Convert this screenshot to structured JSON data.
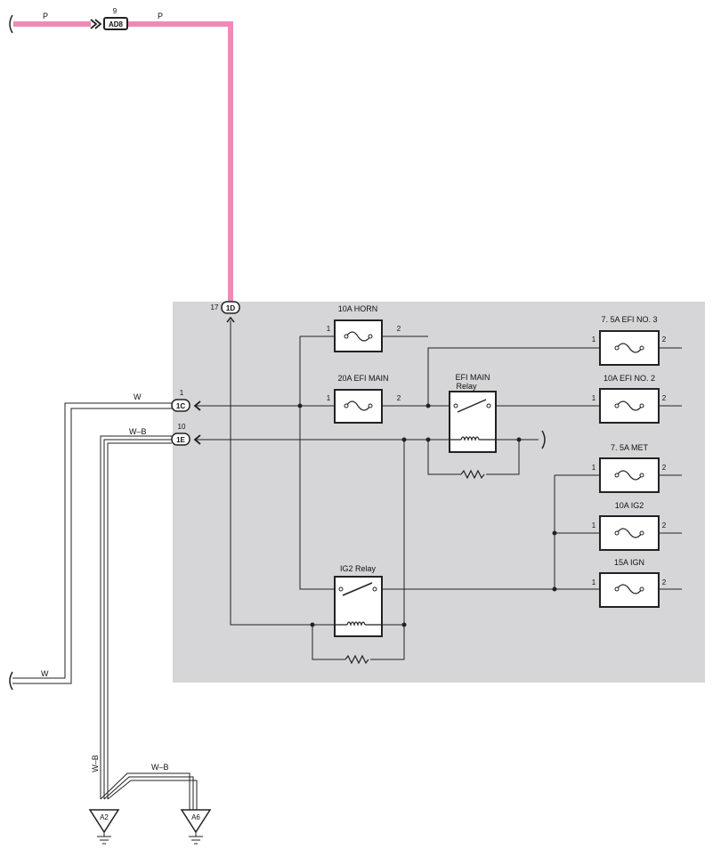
{
  "colors": {
    "pink_wire": "#ef8ab8",
    "junction_block": "#d6d6d8",
    "line": "#222222"
  },
  "wires": {
    "top_left": "P",
    "top_right": "P",
    "w_upper": "W",
    "wb_upper": "W–B",
    "w_lower": "W",
    "wb_vertical": "W–B",
    "wb_branch": "W–B"
  },
  "connectors": {
    "ad8": {
      "label": "AD8",
      "pin": "9"
    },
    "c1d": {
      "label": "1D",
      "pin": "17"
    },
    "c1c": {
      "label": "1C",
      "pin": "1"
    },
    "c1e": {
      "label": "1E",
      "pin": "10"
    }
  },
  "grounds": {
    "a2": "A2",
    "a6": "A6"
  },
  "fuses": {
    "horn": {
      "label": "10A HORN",
      "pin1": "1",
      "pin2": "2"
    },
    "efi_main": {
      "label": "20A EFI MAIN",
      "pin1": "1",
      "pin2": "2"
    },
    "efi_no3": {
      "label": "7. 5A EFI NO. 3",
      "pin1": "1",
      "pin2": "2"
    },
    "efi_no2": {
      "label": "10A EFI NO. 2",
      "pin1": "1",
      "pin2": "2"
    },
    "met": {
      "label": "7. 5A MET",
      "pin1": "1",
      "pin2": "2"
    },
    "ig2": {
      "label": "10A IG2",
      "pin1": "1",
      "pin2": "2"
    },
    "ign": {
      "label": "15A IGN",
      "pin1": "1",
      "pin2": "2"
    }
  },
  "relays": {
    "efi_main_line1": "EFI MAIN",
    "efi_main_line2": "Relay",
    "ig2": "IG2 Relay"
  }
}
